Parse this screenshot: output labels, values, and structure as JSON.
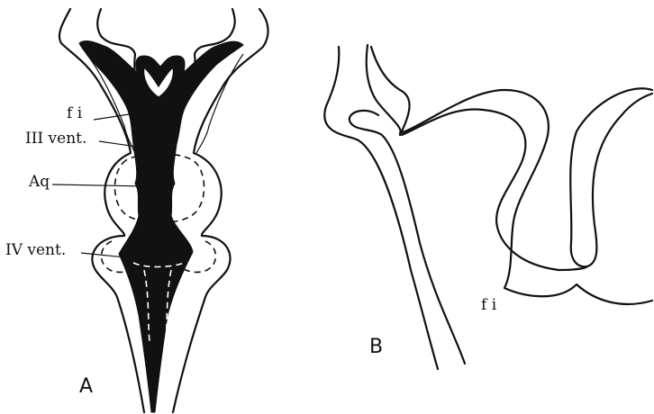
{
  "figure_a": {
    "panel_label": "A",
    "labels": {
      "fi": "f i",
      "third_ventricle": "III vent.",
      "aqueduct": "Aq",
      "fourth_ventricle": "IV vent."
    }
  },
  "figure_b": {
    "panel_label": "B",
    "labels": {
      "fi": "f i"
    }
  },
  "colors": {
    "ink": "#111111",
    "paper": "#ffffff"
  }
}
